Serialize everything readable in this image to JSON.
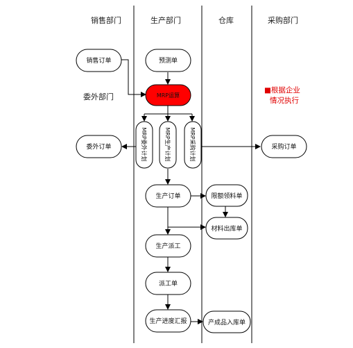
{
  "lanes": {
    "sales": "销售部门",
    "production": "生产部门",
    "warehouse": "仓库",
    "purchase": "采购部门",
    "outsource": "委外部门"
  },
  "nodes": {
    "sales_order": "销售订单",
    "forecast": "预测单",
    "mrp": "MRP运算",
    "mrp_outsource": "MRP委外计划",
    "mrp_production": "MRP生产计划",
    "mrp_purchase": "MRP采购计划",
    "outsource_order": "委外订单",
    "purchase_order": "采购订单",
    "production_order": "生产订单",
    "limit_picking": "限额领料单",
    "material_issue": "材料出库单",
    "production_dispatch": "生产派工",
    "dispatch_sheet": "派工单",
    "progress_report": "生产进度汇报",
    "finished_receipt": "产成品入库单"
  },
  "note": {
    "line1": "■根据企业",
    "line2": "情况执行",
    "color": "#e00000"
  },
  "colors": {
    "mrp_fill": "#ff0000",
    "stroke": "#000000"
  }
}
